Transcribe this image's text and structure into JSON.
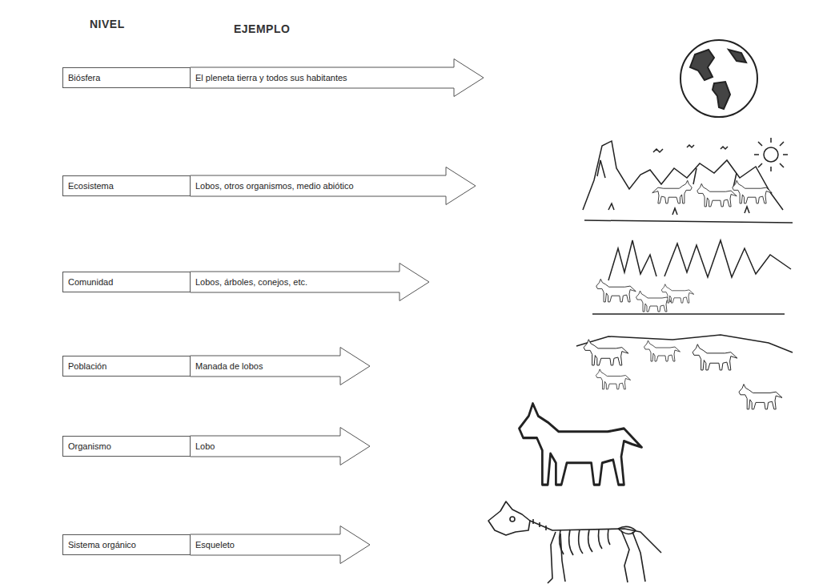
{
  "diagram": {
    "nodes": [
      {
        "text": [
          "Biósfera"
        ]
      },
      {
        "text": [
          "El pleneta tierra y todos sus habitantes"
        ]
      },
      {
        "text": [
          "Ecosistema"
        ]
      },
      {
        "text": [
          "Lobos, otros organismos, medio abiótico"
        ]
      },
      {
        "text": [
          "Comunidad"
        ]
      },
      {
        "text": [
          "Lobos, árboles, conejos, etc."
        ]
      },
      {
        "text": [
          "Población"
        ]
      },
      {
        "text": [
          "Manada de lobos"
        ]
      },
      {
        "text": [
          "Organismo"
        ]
      },
      {
        "text": [
          "Lobo"
        ]
      },
      {
        "text": [
          "Sistema orgánico"
        ]
      },
      {
        "text": [
          "Esqueleto"
        ]
      }
    ],
    "labels": [
      "NIVEL",
      "EJEMPLO"
    ]
  }
}
